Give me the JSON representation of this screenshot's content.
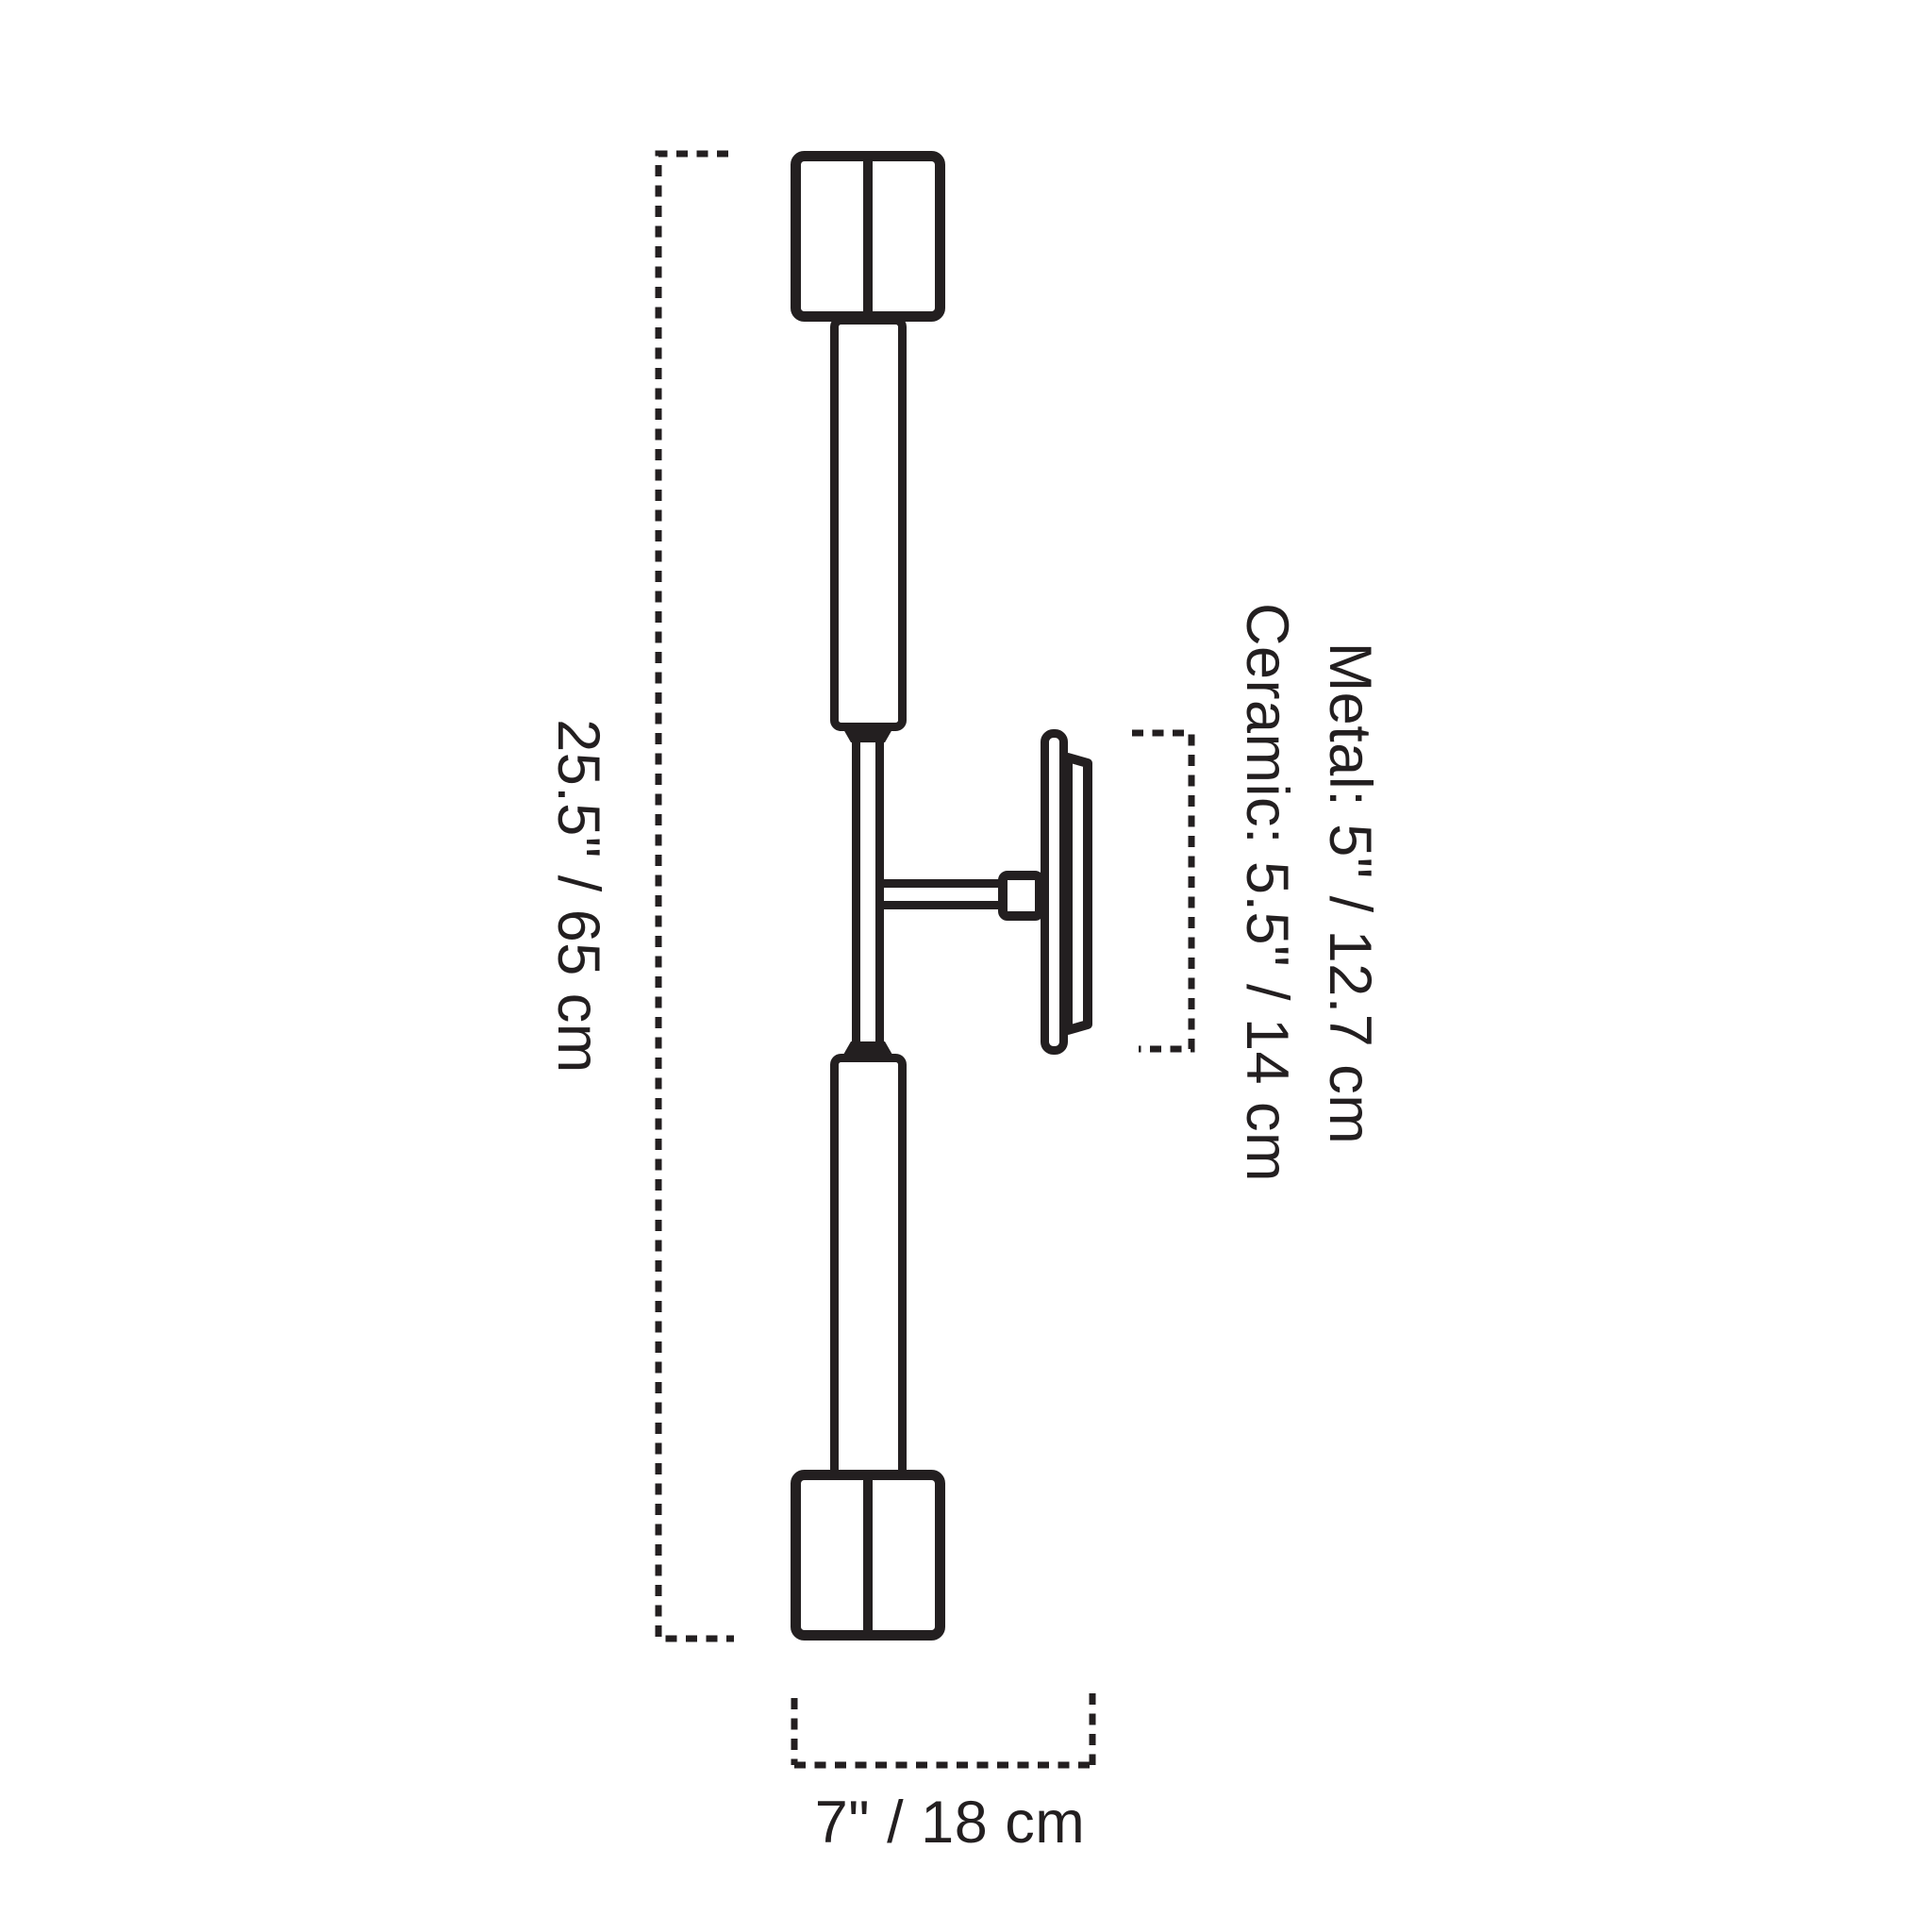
{
  "drawing": {
    "title": "wall-sconce-dimension-diagram",
    "ink_color": "#231f20",
    "background_color": "#ffffff",
    "dimensions": {
      "overall_height": {
        "label": "25.5\" / 65 cm",
        "inches": 25.5,
        "centimeters": 65,
        "orientation": "vertical-left"
      },
      "projection_width": {
        "label": "7\" / 18 cm",
        "inches": 7,
        "centimeters": 18,
        "orientation": "horizontal-bottom"
      },
      "metal": {
        "label": "Metal: 5\" / 12.7 cm",
        "material": "Metal",
        "inches": 5,
        "centimeters": 12.7,
        "orientation": "vertical-right"
      },
      "ceramic": {
        "label": "Ceramic: 5.5\" / 14 cm",
        "material": "Ceramic",
        "inches": 5.5,
        "centimeters": 14,
        "orientation": "vertical-right"
      }
    },
    "parts": [
      "top-cylindrical-shade",
      "upper-tube",
      "center-stem",
      "mounting-arm",
      "wall-plate",
      "ceramic-backplate",
      "lower-tube",
      "bottom-cylindrical-shade"
    ]
  }
}
